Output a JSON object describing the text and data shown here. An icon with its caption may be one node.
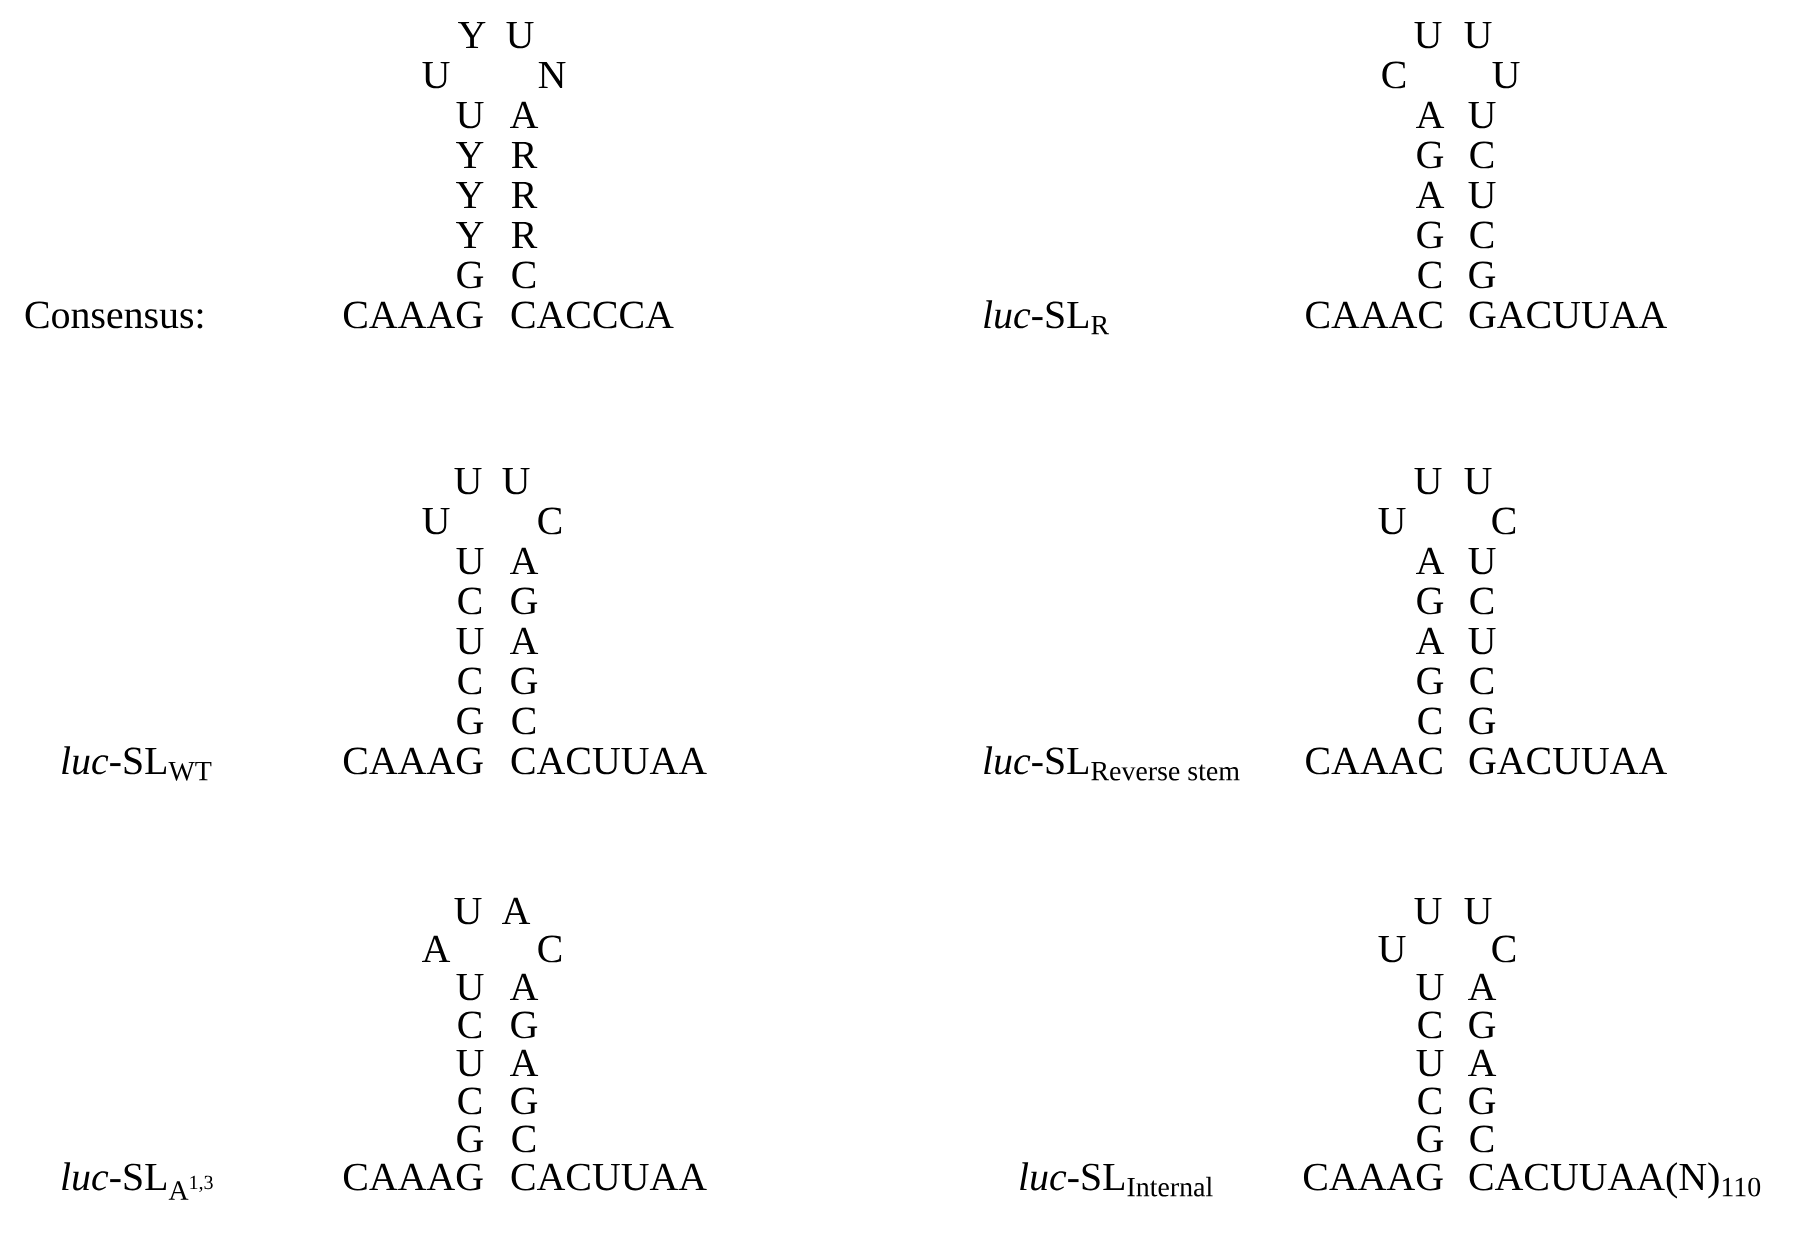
{
  "diagram": {
    "labels": [
      "Y",
      "U",
      "U",
      "N",
      "U",
      "A",
      "Y",
      "R",
      "Y",
      "R",
      "Y",
      "R",
      "G",
      "C",
      "\\text{Consensus:}",
      "CAAAG",
      "CACCCA",
      "U",
      "U",
      "C",
      "U",
      "A",
      "U",
      "G",
      "C",
      "A",
      "U",
      "G",
      "C",
      "C",
      "G",
      "\\textit{luc}\\text{-SL}_{\\text{R}}",
      "CAAAC",
      "GACUUAA",
      "U",
      "U",
      "U",
      "C",
      "U",
      "A",
      "C",
      "G",
      "U",
      "A",
      "C",
      "G",
      "G",
      "C",
      "\\textit{luc}\\text{-SL}_{\\text{WT}}",
      "CAAAG",
      "CACUUAA",
      "U",
      "U",
      "U",
      "C",
      "A",
      "U",
      "G",
      "C",
      "A",
      "U",
      "G",
      "C",
      "C",
      "G",
      "\\textit{luc}\\text{-SL}_{\\text{Reverse stem}}",
      "CAAAC",
      "GACUUAA",
      "U",
      "A",
      "A",
      "C",
      "U",
      "A",
      "C",
      "G",
      "U",
      "A",
      "C",
      "G",
      "G",
      "C",
      "\\textit{luc}\\text{-SL}_{\\text{A}^{\\text{1,3}}}",
      "CAAAG",
      "CACUUAA",
      "U",
      "U",
      "U",
      "C",
      "U",
      "A",
      "C",
      "G",
      "U",
      "A",
      "C",
      "G",
      "G",
      "C",
      "\\textit{luc}\\text{-SL}_{\\text{Internal}}",
      "CAAAG",
      "CACUUAA(N)$_{110}$"
    ]
  }
}
